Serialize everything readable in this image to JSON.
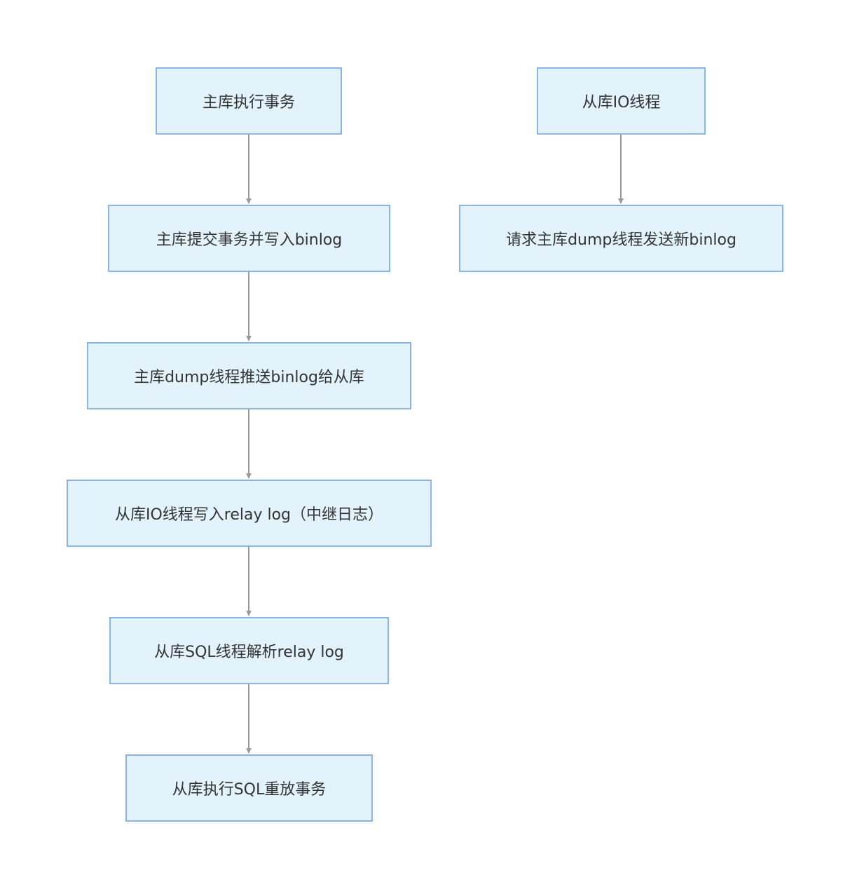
{
  "diagram": {
    "nodes": [
      {
        "id": "n1",
        "label": "主库执行事务"
      },
      {
        "id": "n2",
        "label": "主库提交事务并写入binlog"
      },
      {
        "id": "n3",
        "label": "主库dump线程推送binlog给从库"
      },
      {
        "id": "n4",
        "label": "从库IO线程写入relay log（中继日志）"
      },
      {
        "id": "n5",
        "label": "从库SQL线程解析relay log"
      },
      {
        "id": "n6",
        "label": "从库执行SQL重放事务"
      },
      {
        "id": "n7",
        "label": "从库IO线程"
      },
      {
        "id": "n8",
        "label": "请求主库dump线程发送新binlog"
      }
    ],
    "edges": [
      {
        "from": "n1",
        "to": "n2"
      },
      {
        "from": "n2",
        "to": "n3"
      },
      {
        "from": "n3",
        "to": "n4"
      },
      {
        "from": "n4",
        "to": "n5"
      },
      {
        "from": "n5",
        "to": "n6"
      },
      {
        "from": "n7",
        "to": "n8"
      }
    ],
    "colors": {
      "node_fill": "#e3f3fc",
      "node_border": "#8ab4ea",
      "edge": "#999999",
      "text": "#333333"
    }
  }
}
